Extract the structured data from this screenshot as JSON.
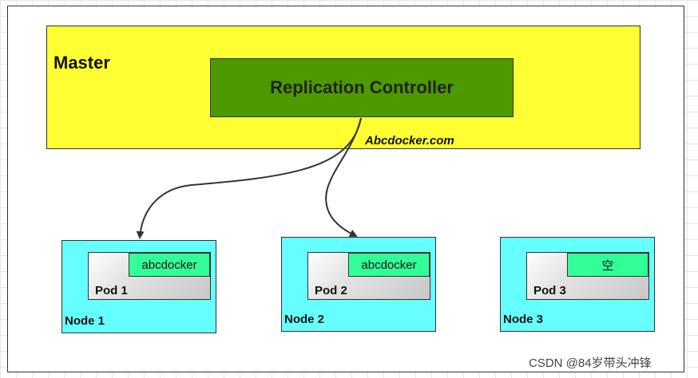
{
  "master": {
    "label": "Master"
  },
  "controller": {
    "label": "Replication Controller"
  },
  "watermark": "Abcdocker.com",
  "nodes": [
    {
      "label": "Node 1",
      "pod_label": "Pod 1",
      "container_label": "abcdocker"
    },
    {
      "label": "Node 2",
      "pod_label": "Pod 2",
      "container_label": "abcdocker"
    },
    {
      "label": "Node 3",
      "pod_label": "Pod 3",
      "container_label": "空"
    }
  ],
  "credit": "CSDN @84岁带头冲锋",
  "colors": {
    "master_fill": "#ffff33",
    "controller_fill": "#4d9900",
    "node_fill": "#66ffff",
    "container_fill": "#33ff99"
  }
}
